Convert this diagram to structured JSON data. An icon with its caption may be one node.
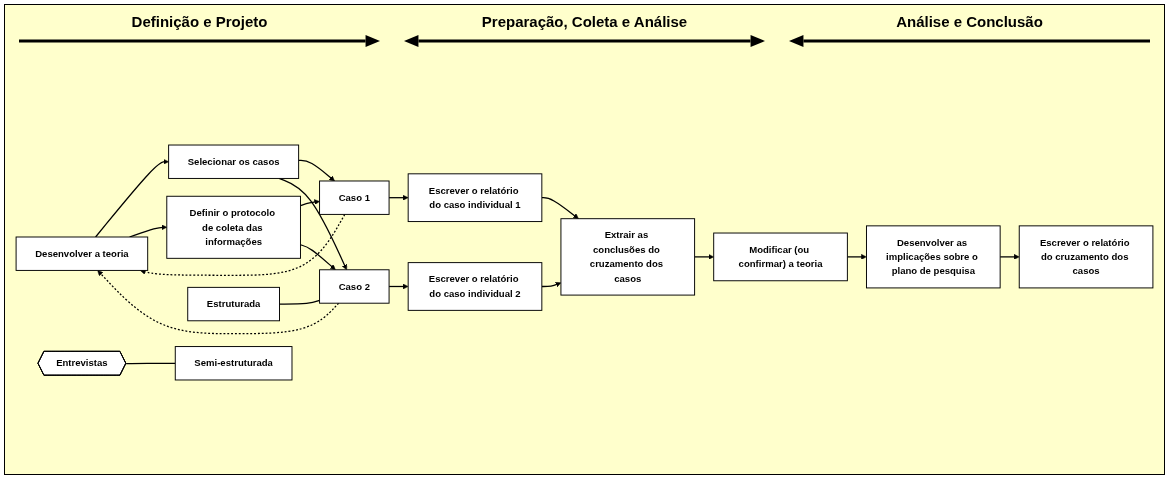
{
  "diagram": {
    "nodes": [
      {
        "text": [
          "Desenvolver a teoria"
        ]
      },
      {
        "text": [
          "Selecionar os casos"
        ]
      },
      {
        "text": [
          "Definir o protocolo de coleta das informações"
        ]
      },
      {
        "text": [
          "Caso 1"
        ]
      },
      {
        "text": [
          "Caso 2"
        ]
      },
      {
        "text": [
          "Entrevistas"
        ]
      },
      {
        "text": [
          "Semi-estruturada"
        ]
      },
      {
        "text": [
          "Estruturada"
        ]
      },
      {
        "text": [
          "Escrever o relatório do caso individual 1"
        ]
      },
      {
        "text": [
          "Escrever o relatório do caso individual 2"
        ]
      },
      {
        "text": [
          "Extrair as conclusões do cruzamento dos casos"
        ]
      },
      {
        "text": [
          "Modificar (ou confirmar) a teoria"
        ]
      },
      {
        "text": [
          "Desenvolver as implicações sobre o plano de pesquisa"
        ]
      },
      {
        "text": [
          "Escrever o relatório do cruzamento dos casos"
        ]
      }
    ],
    "edges": [
      {
        "from": 0,
        "to": 1,
        "arrow": "to"
      },
      {
        "from": 0,
        "to": 2,
        "arrow": "to"
      },
      {
        "from": 1,
        "to": 3,
        "arrow": "to"
      },
      {
        "from": 1,
        "to": 4,
        "arrow": "to"
      },
      {
        "from": 2,
        "to": 3,
        "arrow": "to"
      },
      {
        "from": 2,
        "to": 4,
        "arrow": "to"
      },
      {
        "from": 3,
        "to": 8,
        "arrow": "to"
      },
      {
        "from": 4,
        "to": 9,
        "arrow": "to"
      },
      {
        "from": 5,
        "to": 6,
        "arrow": "none"
      },
      {
        "from": 7,
        "to": 4,
        "arrow": "none"
      },
      {
        "from": 3,
        "to": 0,
        "arrow": "to",
        "style": "dashed"
      },
      {
        "from": 4,
        "to": 0,
        "arrow": "to",
        "style": "dashed"
      },
      {
        "from": 8,
        "to": 10,
        "arrow": "to"
      },
      {
        "from": 9,
        "to": 10,
        "arrow": "to"
      },
      {
        "from": 10,
        "to": 11,
        "arrow": "to"
      },
      {
        "from": 11,
        "to": 12,
        "arrow": "to"
      },
      {
        "from": 12,
        "to": 13,
        "arrow": "to"
      }
    ],
    "labels": [
      "Definição e Projeto",
      "Preparação, Coleta e Análise",
      "Análise e Conclusão"
    ]
  }
}
